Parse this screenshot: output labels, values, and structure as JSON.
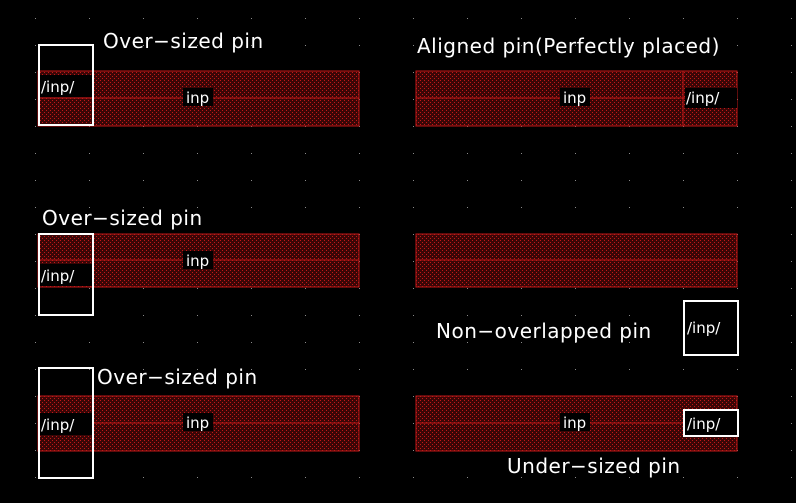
{
  "view": {
    "title": "Pin placement examples",
    "background_color": "#000000",
    "metal_color": "#c01818",
    "pin_box_color": "#ffffff",
    "text_color": "#ffffff"
  },
  "labels": {
    "net_label": "inp",
    "pin_label": "/inp/"
  },
  "captions": {
    "oversized_1": "Over−sized pin",
    "aligned": "Aligned pin(Perfectly placed)",
    "oversized_2": "Over−sized pin",
    "non_overlapped": "Non−overlapped pin",
    "oversized_3": "Over−sized pin",
    "undersized": "Under−sized pin"
  }
}
